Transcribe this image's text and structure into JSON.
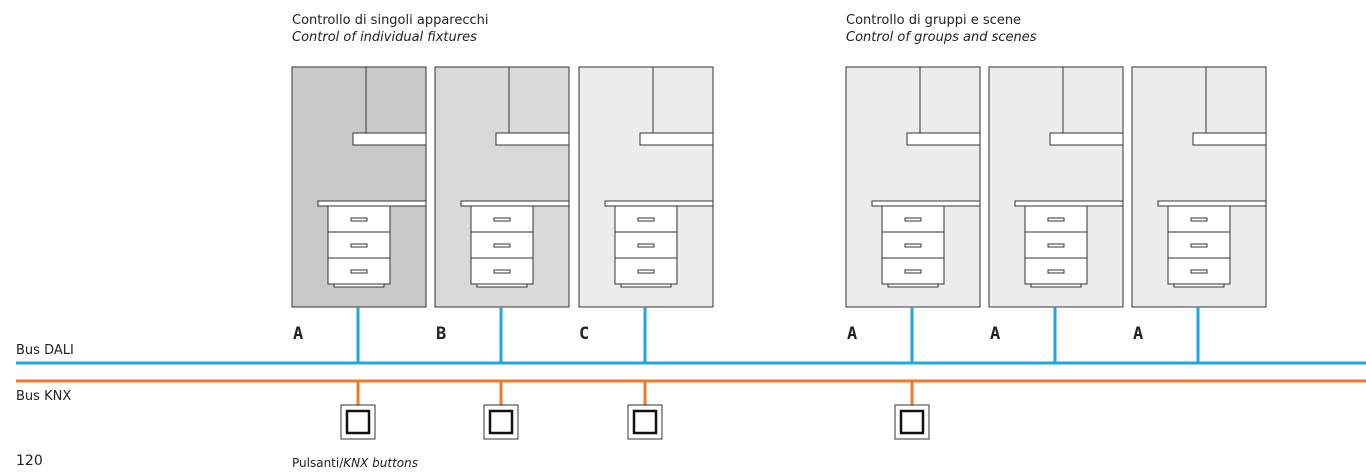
{
  "captions": {
    "individual": {
      "it_label": "Controllo di singoli apparecchi",
      "en_label": "Control of individual fixtures"
    },
    "groups": {
      "it_label": "Controllo di gruppi e scene",
      "en_label": "Control of groups and scenes"
    }
  },
  "panels": [
    {
      "letter": "A",
      "shade": "#c8c9c8"
    },
    {
      "letter": "B",
      "shade": "#d9d9d9"
    },
    {
      "letter": "C",
      "shade": "#ececec"
    },
    {
      "letter": "A",
      "shade": "#ececec"
    },
    {
      "letter": "A",
      "shade": "#ececec"
    },
    {
      "letter": "A",
      "shade": "#ececec"
    }
  ],
  "buses": {
    "dali": {
      "label": "Bus DALI",
      "color": "#1ea6e0"
    },
    "knx": {
      "label": "Bus KNX",
      "color": "#f07a28"
    }
  },
  "buttons": {
    "label_it": "Pulsanti/",
    "label_en": "KNX buttons",
    "under_panels": [
      0,
      1,
      2,
      3
    ]
  },
  "page_number": "120"
}
